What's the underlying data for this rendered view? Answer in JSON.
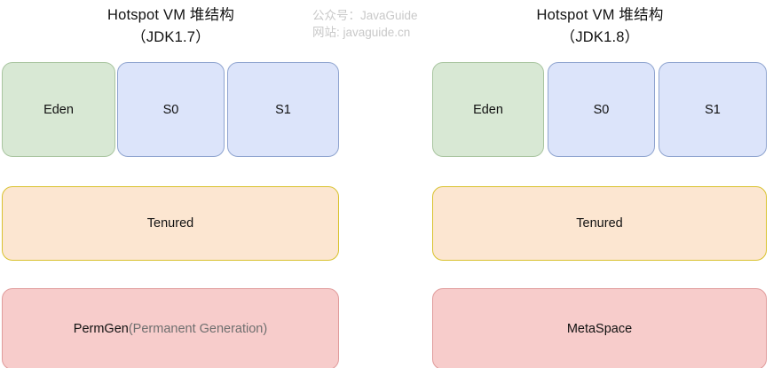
{
  "background_color": "#ffffff",
  "watermark": {
    "line1": "公众号：JavaGuide",
    "line2": "网站: javaguide.cn",
    "color": "#c9c9c9"
  },
  "panels": [
    {
      "id": "jdk17",
      "title_line1": "Hotspot VM  堆结构",
      "title_line2": "（JDK1.7）",
      "young_generation": [
        {
          "label": "Eden",
          "color": "#d8e8d4",
          "border_color": "#a9c5a0"
        },
        {
          "label": "S0",
          "color": "#dce4fa",
          "border_color": "#8fa4cf"
        },
        {
          "label": "S1",
          "color": "#dce4fa",
          "border_color": "#8fa4cf"
        }
      ],
      "old_generation": {
        "label": "Tenured",
        "color": "#fce6d1",
        "border_color": "#d9c22e"
      },
      "permanent_area": {
        "label_main": "PermGen",
        "label_sub": "(Permanent Generation)",
        "color": "#f7cccb",
        "border_color": "#e09b9b"
      }
    },
    {
      "id": "jdk18",
      "title_line1": "Hotspot VM  堆结构",
      "title_line2": "（JDK1.8）",
      "young_generation": [
        {
          "label": "Eden",
          "color": "#d8e8d4",
          "border_color": "#a9c5a0"
        },
        {
          "label": "S0",
          "color": "#dce4fa",
          "border_color": "#8fa4cf"
        },
        {
          "label": "S1",
          "color": "#dce4fa",
          "border_color": "#8fa4cf"
        }
      ],
      "old_generation": {
        "label": "Tenured",
        "color": "#fce6d1",
        "border_color": "#d9c22e"
      },
      "permanent_area": {
        "label_main": "MetaSpace",
        "label_sub": "",
        "color": "#f7cccb",
        "border_color": "#e09b9b"
      }
    }
  ]
}
